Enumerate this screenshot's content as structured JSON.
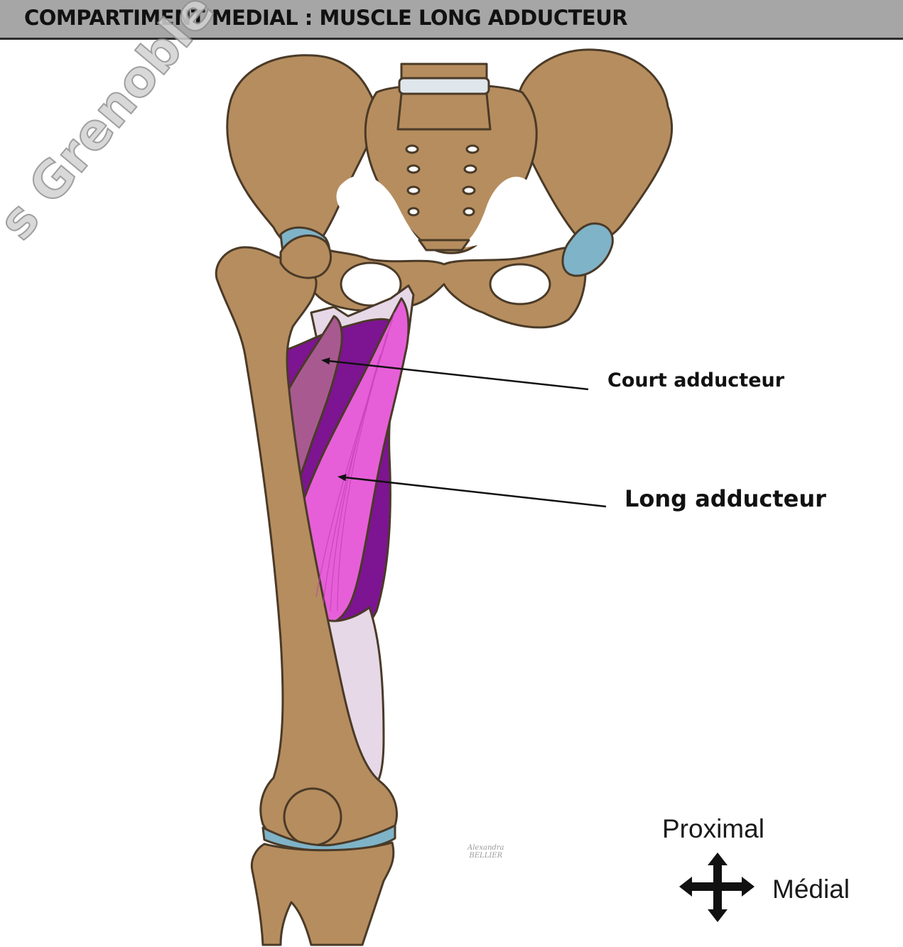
{
  "header": {
    "title": "COMPARTIMENT MEDIAL : MUSCLE LONG ADDUCTEUR"
  },
  "labels": {
    "court_adducteur": "Court adducteur",
    "long_adducteur": "Long adducteur"
  },
  "compass": {
    "proximal": "Proximal",
    "medial": "Médial"
  },
  "watermark": "s Grenoble",
  "signature": {
    "line1": "Alexandra",
    "line2": "BELLIER"
  },
  "colors": {
    "bone": "#b68d5e",
    "bone_outline": "#4a3a28",
    "cartilage": "#7fb3c8",
    "long_adducteur": "#e65fd8",
    "court_adducteur": "#a85a90",
    "deep_muscle": "#7d1491",
    "tendon": "#e6d8e6",
    "header_bg": "#a6a6a6"
  }
}
